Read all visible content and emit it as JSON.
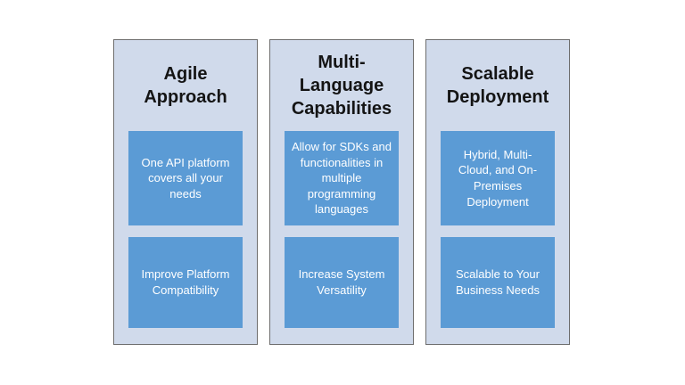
{
  "slide": {
    "colors": {
      "background": "#ffffff",
      "panel_fill": "#d0daeb",
      "panel_border": "#6e6e6e",
      "box_fill": "#5b9bd5",
      "box_text": "#ffffff",
      "title_text": "#141414"
    },
    "columns": [
      {
        "title": "Agile Approach",
        "boxes": [
          "One API platform covers all your needs",
          "Improve Platform Compatibility"
        ]
      },
      {
        "title": "Multi-Language Capabilities",
        "boxes": [
          "Allow for SDKs and functionalities in multiple programming languages",
          "Increase System Versatility"
        ]
      },
      {
        "title": "Scalable Deployment",
        "boxes": [
          "Hybrid, Multi-Cloud, and On-Premises Deployment",
          "Scalable to Your Business Needs"
        ]
      }
    ]
  }
}
